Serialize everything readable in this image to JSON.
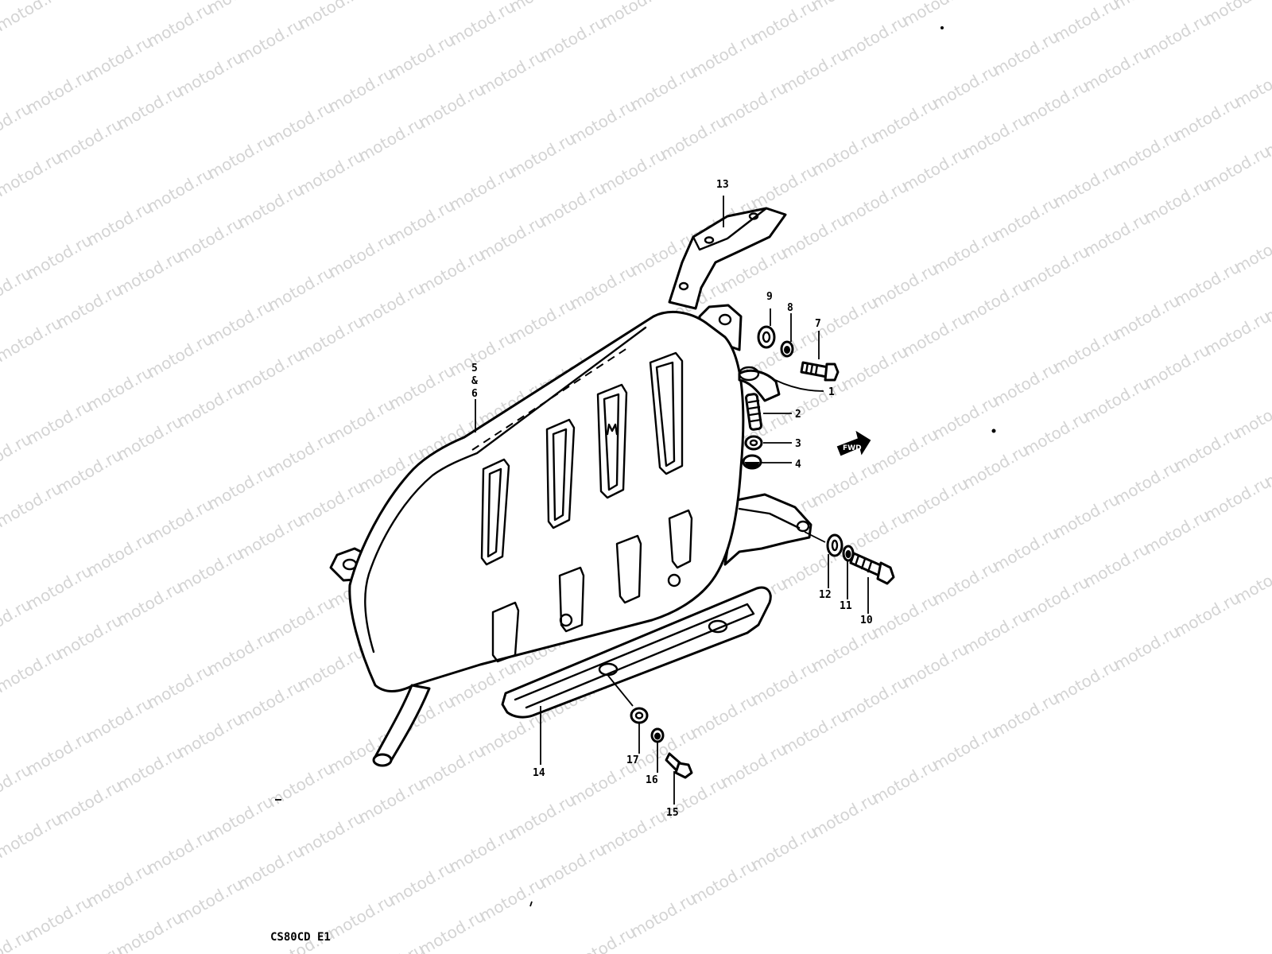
{
  "watermark": "motod.ru",
  "diagram_code": "CS80CD E1",
  "front_arrow_label": "FWD",
  "callouts": {
    "c1": "1",
    "c2": "2",
    "c3": "3",
    "c4": "4",
    "c5": "5",
    "c5amp": "&",
    "c6": "6",
    "c7": "7",
    "c8": "8",
    "c9": "9",
    "c10": "10",
    "c11": "11",
    "c12": "12",
    "c13": "13",
    "c14": "14",
    "c15": "15",
    "c16": "16",
    "c17": "17"
  },
  "colors": {
    "line": "#000000",
    "watermark": "#d4d4d4",
    "background": "#ffffff"
  }
}
